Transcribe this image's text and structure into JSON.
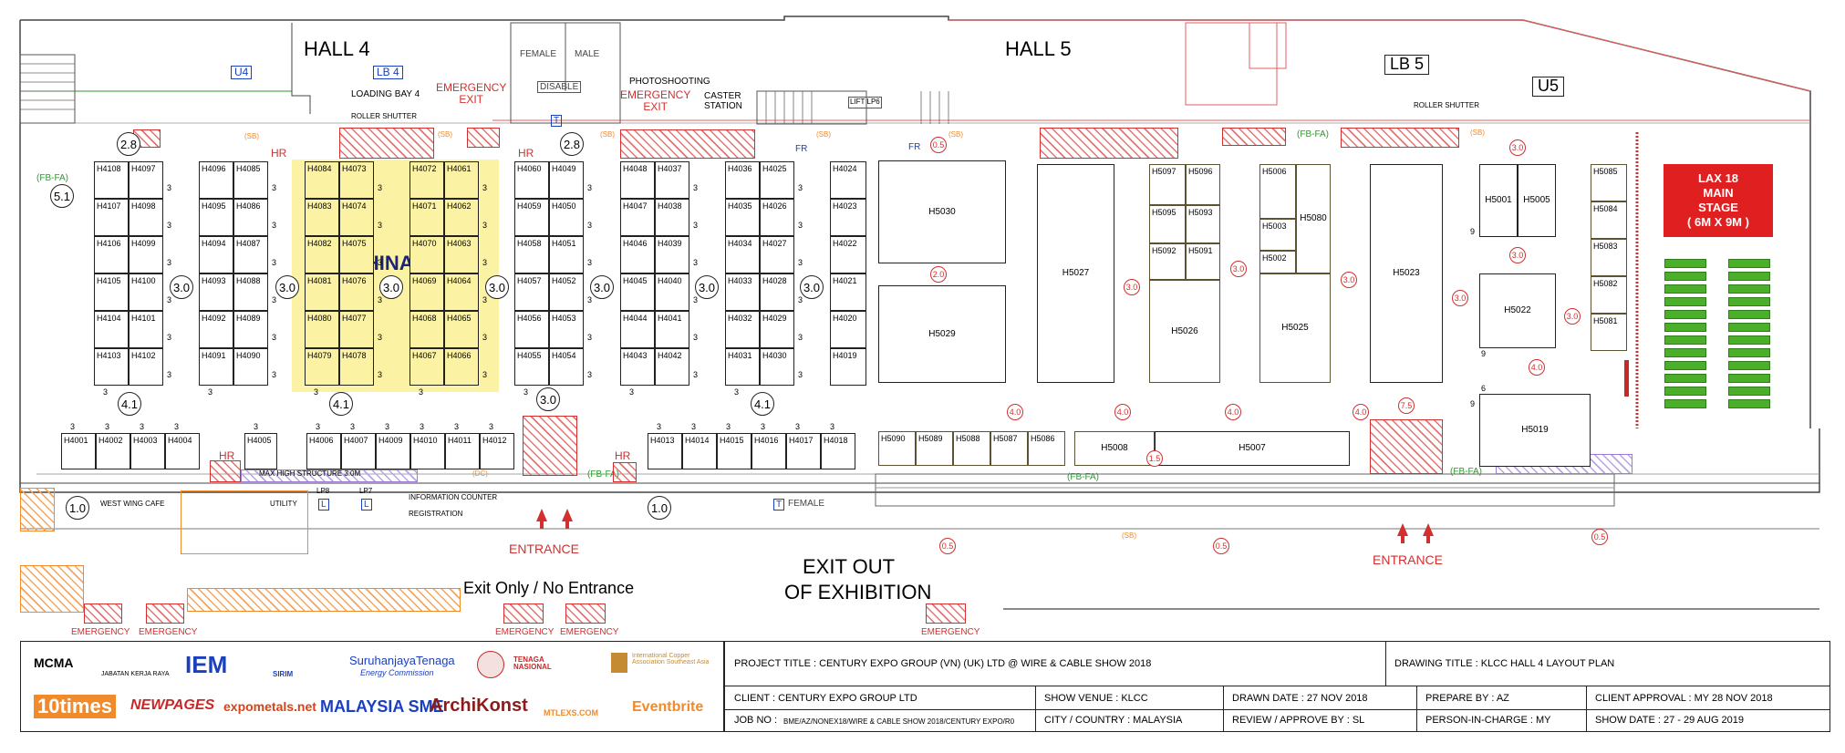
{
  "halls": {
    "hall4": "HALL 4",
    "hall5": "HALL 5",
    "lb4": "LB 4",
    "lb5": "LB 5",
    "u4": "U4",
    "u5": "U5"
  },
  "labels": {
    "loading_bay": "LOADING BAY 4",
    "roller_shutter": "ROLLER SHUTTER",
    "emergency_exit": "EMERGENCY EXIT",
    "emergency_exit_lines": [
      "EMERGENCY",
      "EXIT"
    ],
    "female": "FEMALE",
    "male": "MALE",
    "disable": "DISABLE",
    "photoshooting": "PHOTOSHOOTING",
    "caster_station": "CASTER STATION",
    "hr": "HR",
    "fr": "FR",
    "fb_fa": "(FB-FA)",
    "china": "CHINA",
    "max_high": "MAX HIGH STRUCTURE 3.0M",
    "west_wing_cafe": "WEST WING CAFE",
    "information_counter": "INFORMATION COUNTER",
    "registration": "REGISTRATION",
    "entrance": "ENTRANCE",
    "exit_only": "Exit Only / No Entrance",
    "exit_out": "EXIT OUT",
    "of_exhibition": "OF EXHIBITION",
    "emergency": "EMERGENCY",
    "lp8": "LP8",
    "lp7": "LP7",
    "l": "L",
    "t_female": "FEMALE",
    "t": "T",
    "sb": "(SB)",
    "sb_sb": "(SB)(SB)",
    "dc": "(DC)",
    "lift_lp6": "LIFT LP6",
    "utility": "UTILITY",
    "stage_lines": [
      "LAX 18",
      "MAIN",
      "STAGE",
      "( 6M X 9M )"
    ]
  },
  "circles": {
    "c28": "2.8",
    "c51": "5.1",
    "c30": "3.0",
    "c41": "4.1",
    "c10": "1.0",
    "r05": "0.5",
    "r20": "2.0",
    "r30": "3.0",
    "r40": "4.0",
    "r75": "7.5",
    "r15": "1.5"
  },
  "dims": {
    "three": "3",
    "six": "6",
    "nine": "9"
  },
  "booths": {
    "col1": [
      "H4108",
      "H4107",
      "H4106",
      "H4105",
      "H4104",
      "H4103"
    ],
    "col2": [
      "H4097",
      "H4098",
      "H4099",
      "H4100",
      "H4101",
      "H4102"
    ],
    "col3": [
      "H4096",
      "H4095",
      "H4094",
      "H4093",
      "H4092",
      "H4091"
    ],
    "col4": [
      "H4085",
      "H4086",
      "H4087",
      "H4088",
      "H4089",
      "H4090"
    ],
    "col5": [
      "H4084",
      "H4083",
      "H4082",
      "H4081",
      "H4080",
      "H4079"
    ],
    "col6": [
      "H4073",
      "H4074",
      "H4075",
      "H4076",
      "H4077",
      "H4078"
    ],
    "col7": [
      "H4072",
      "H4071",
      "H4070",
      "H4069",
      "H4068",
      "H4067"
    ],
    "col8": [
      "H4061",
      "H4062",
      "H4063",
      "H4064",
      "H4065",
      "H4066"
    ],
    "col9": [
      "H4060",
      "H4059",
      "H4058",
      "H4057",
      "H4056",
      "H4055"
    ],
    "col10": [
      "H4049",
      "H4050",
      "H4051",
      "H4052",
      "H4053",
      "H4054"
    ],
    "col11": [
      "H4048",
      "H4047",
      "H4046",
      "H4045",
      "H4044",
      "H4043"
    ],
    "col12": [
      "H4037",
      "H4038",
      "H4039",
      "H4040",
      "H4041",
      "H4042"
    ],
    "col13": [
      "H4036",
      "H4035",
      "H4034",
      "H4033",
      "H4032",
      "H4031"
    ],
    "col14": [
      "H4025",
      "H4026",
      "H4027",
      "H4028",
      "H4029",
      "H4030"
    ],
    "col15": [
      "H4024",
      "H4023",
      "H4022",
      "H4021",
      "H4020",
      "H4019"
    ],
    "row_a": [
      "H4001",
      "H4002",
      "H4003",
      "H4004"
    ],
    "row_b": [
      "H4005"
    ],
    "row_c": [
      "H4006",
      "H4007",
      "H4009",
      "H4010",
      "H4011",
      "H4012"
    ],
    "row_d": [
      "H4013",
      "H4014",
      "H4015",
      "H4016",
      "H4017",
      "H4018"
    ],
    "row_e": [
      "H5090",
      "H5089",
      "H5088",
      "H5087",
      "H5086"
    ],
    "h5008": "H5008",
    "h5007": "H5007",
    "h5030": "H5030",
    "h5029": "H5029",
    "h5027": "H5027",
    "h5097": "H5097",
    "h5096": "H5096",
    "h5095": "H5095",
    "h5093": "H5093",
    "h5092": "H5092",
    "h5091": "H5091",
    "h5026": "H5026",
    "h5006": "H5006",
    "h5003": "H5003",
    "h5080": "H5080",
    "h5002": "H5002",
    "h5025": "H5025",
    "h5023": "H5023",
    "h5001": "H5001",
    "h5005": "H5005",
    "h5022": "H5022",
    "h5019": "H5019",
    "right_col": [
      "H5085",
      "H5084",
      "H5083",
      "H5082",
      "H5081"
    ]
  },
  "footer": {
    "logos": [
      "MCMA",
      "JABATAN KERJA RAYA",
      "IEM",
      "SIRIM",
      "SuruhanjayaTenaga",
      "Energy Commission",
      "TENAGA NASIONAL",
      "International Copper Association Southeast Asia",
      "10times",
      "NEWPAGES",
      "expometals.net",
      "MALAYSIA SME",
      "ArchiKonst",
      "MTLEXS.COM",
      "Eventbrite"
    ],
    "project_title": "PROJECT TITLE : CENTURY EXPO GROUP (VN) (UK) LTD @ WIRE & CABLE SHOW 2018",
    "drawing_title": "DRAWING TITLE : KLCC HALL  4 LAYOUT PLAN",
    "client": "CLIENT : CENTURY EXPO GROUP LTD",
    "show_venue": "SHOW VENUE : KLCC",
    "drawn_date": "DRAWN DATE : 27 NOV 2018",
    "prepare_by": "PREPARE BY : AZ",
    "client_approval": "CLIENT APPROVAL : MY     28 NOV 2018",
    "job_no_label": "JOB NO :",
    "job_no": "BME/AZ/NONEX18/WIRE & CABLE SHOW 2018/CENTURY EXPO/R0",
    "city": "CITY / COUNTRY : MALAYSIA",
    "review": "REVIEW / APPROVE BY : SL",
    "person": "PERSON-IN-CHARGE : MY",
    "show_date": "SHOW DATE : 27 - 29 AUG 2019"
  }
}
